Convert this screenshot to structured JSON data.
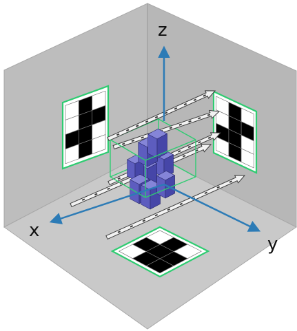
{
  "colors": {
    "background": "#ffffff",
    "wall_back": "#c2c2c2",
    "wall_back_edge": "#9d9d9d",
    "wall_left": "#bdbdbd",
    "wall_right": "#b7b7b7",
    "floor": "#c9c9c9",
    "axis": "#2c7bb6",
    "frame": "#2ecc71",
    "cube_top": "#8585d8",
    "cube_left": "#5d5dbf",
    "cube_right": "#4646a8",
    "cube_edge": "#2a2a6a",
    "projection_on": "#000000",
    "projection_off": "#ffffff",
    "arrow_fill": "#f2f2f2",
    "arrow_stroke": "#3a3a3a"
  },
  "axes": {
    "x_label": "x",
    "y_label": "y",
    "z_label": "z"
  },
  "projections": {
    "left_panel": {
      "grid": [
        [
          0,
          1,
          0
        ],
        [
          0,
          1,
          1
        ],
        [
          1,
          1,
          0
        ],
        [
          0,
          1,
          0
        ]
      ]
    },
    "right_panel": {
      "grid": [
        [
          0,
          1,
          0
        ],
        [
          0,
          1,
          1
        ],
        [
          1,
          1,
          0
        ],
        [
          0,
          1,
          0
        ]
      ]
    },
    "floor_panel": {
      "grid": [
        [
          0,
          1,
          0
        ],
        [
          1,
          1,
          1
        ],
        [
          1,
          1,
          0
        ]
      ]
    }
  },
  "icons": {
    "arrow": "hollow-arrow-icon"
  }
}
